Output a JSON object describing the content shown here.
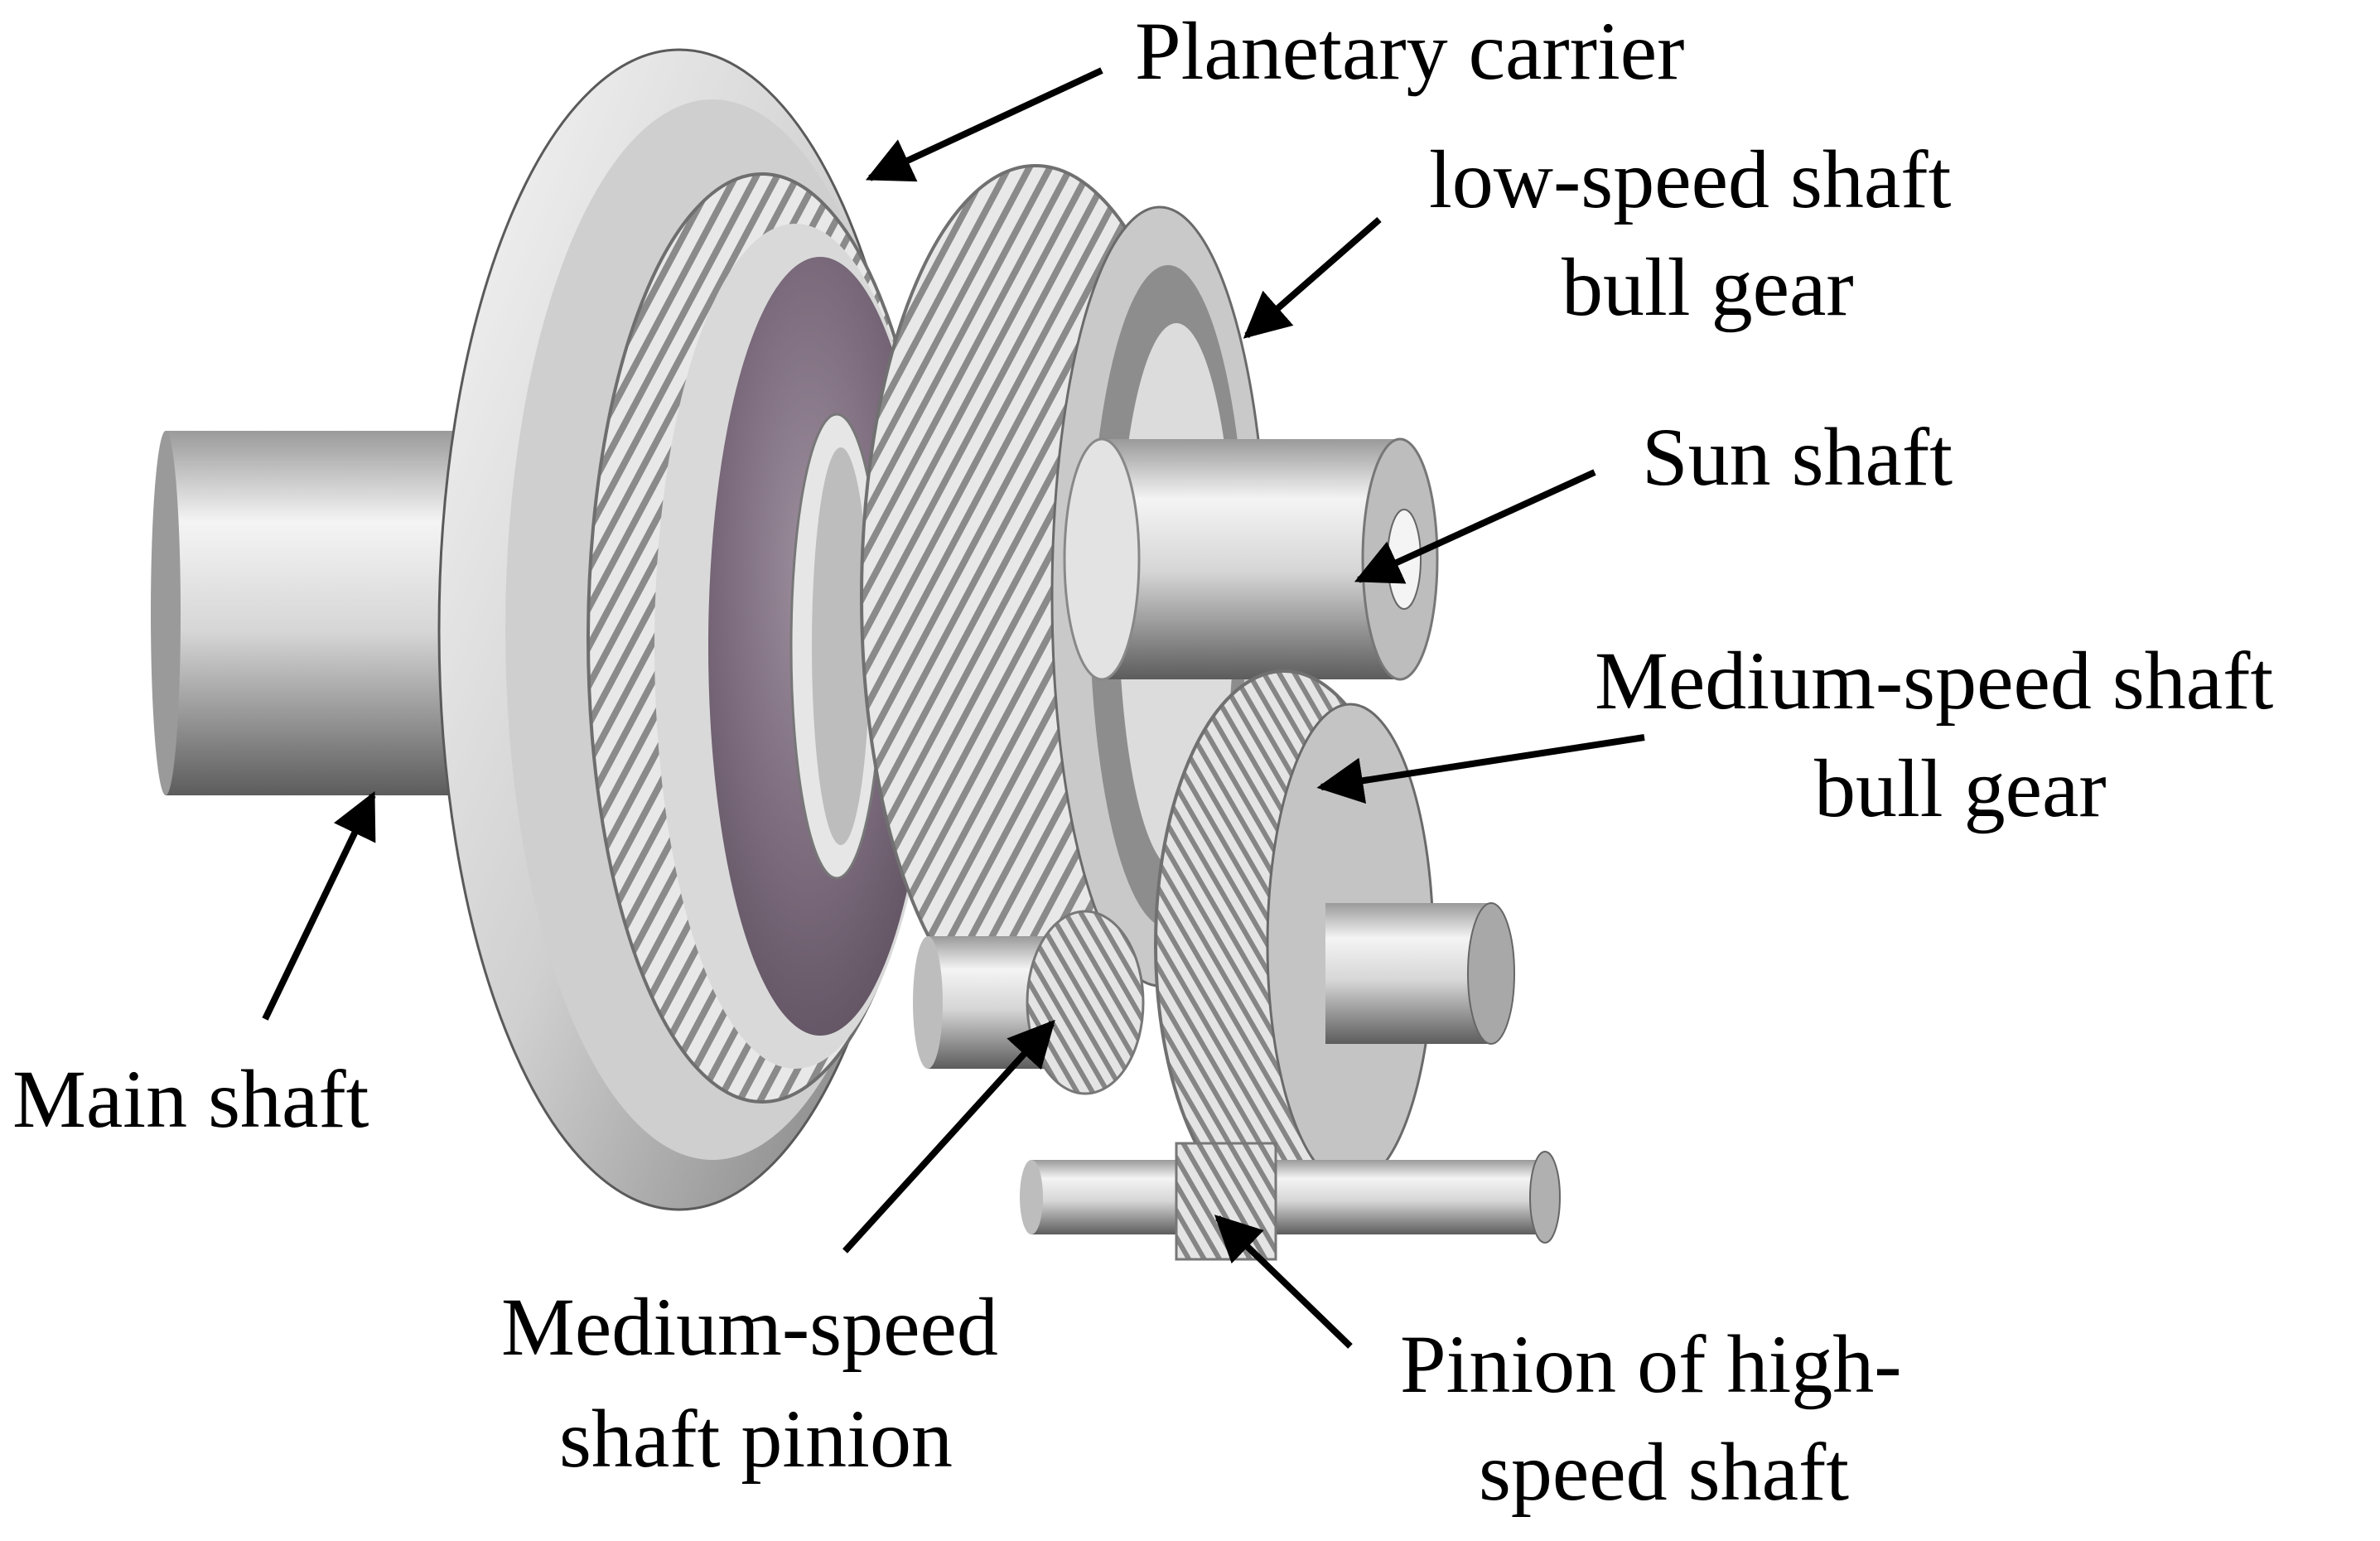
{
  "labels": {
    "planetary_carrier": "Planetary carrier",
    "low_speed_line1": "low-speed shaft",
    "low_speed_line2": "bull gear",
    "sun_shaft": "Sun shaft",
    "medium_gear_line1": "Medium-speed shaft",
    "medium_gear_line2": "bull gear",
    "main_shaft": "Main shaft",
    "medium_pinion_line1": "Medium-speed",
    "medium_pinion_line2": "shaft pinion",
    "high_pinion_line1": "Pinion of high-",
    "high_pinion_line2": "speed shaft"
  },
  "colors": {
    "metal_light": "#f2f2f2",
    "metal_mid": "#bdbdbd",
    "metal_dark": "#6e6e6e",
    "carrier_face": "#6f6170",
    "carrier_face_light": "#a898a8",
    "arrow": "#000000"
  }
}
